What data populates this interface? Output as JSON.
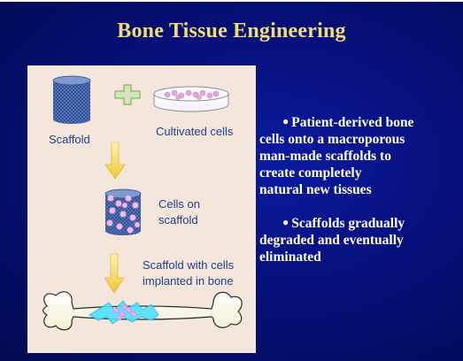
{
  "slide": {
    "title": "Bone Tissue Engineering"
  },
  "diagram": {
    "label_scaffold": "Scaffold",
    "label_cultivated": "Cultivated cells",
    "label_cells_on_1": "Cells on",
    "label_cells_on_2": "scaffold",
    "label_implanted_1": "Scaffold with cells",
    "label_implanted_2": "implanted in bone",
    "colors": {
      "panel": "#f5e6dc",
      "label": "#1f3f8f",
      "arrow": "#f0c832",
      "scaffold": "#4a6fb0",
      "cells": "#e7a6e0",
      "plus": "#b8dc9a"
    }
  },
  "bullets": [
    {
      "first": "Patient-derived bone",
      "rest": [
        "cells onto a macroporous",
        "man-made scaffolds to",
        "create completely",
        "natural new tissues"
      ]
    },
    {
      "first": "Scaffolds gradually",
      "rest": [
        "degraded and eventually",
        "eliminated"
      ]
    }
  ],
  "colors": {
    "background": "#06107a",
    "title": "#f2dc77",
    "text": "#ffffff"
  }
}
